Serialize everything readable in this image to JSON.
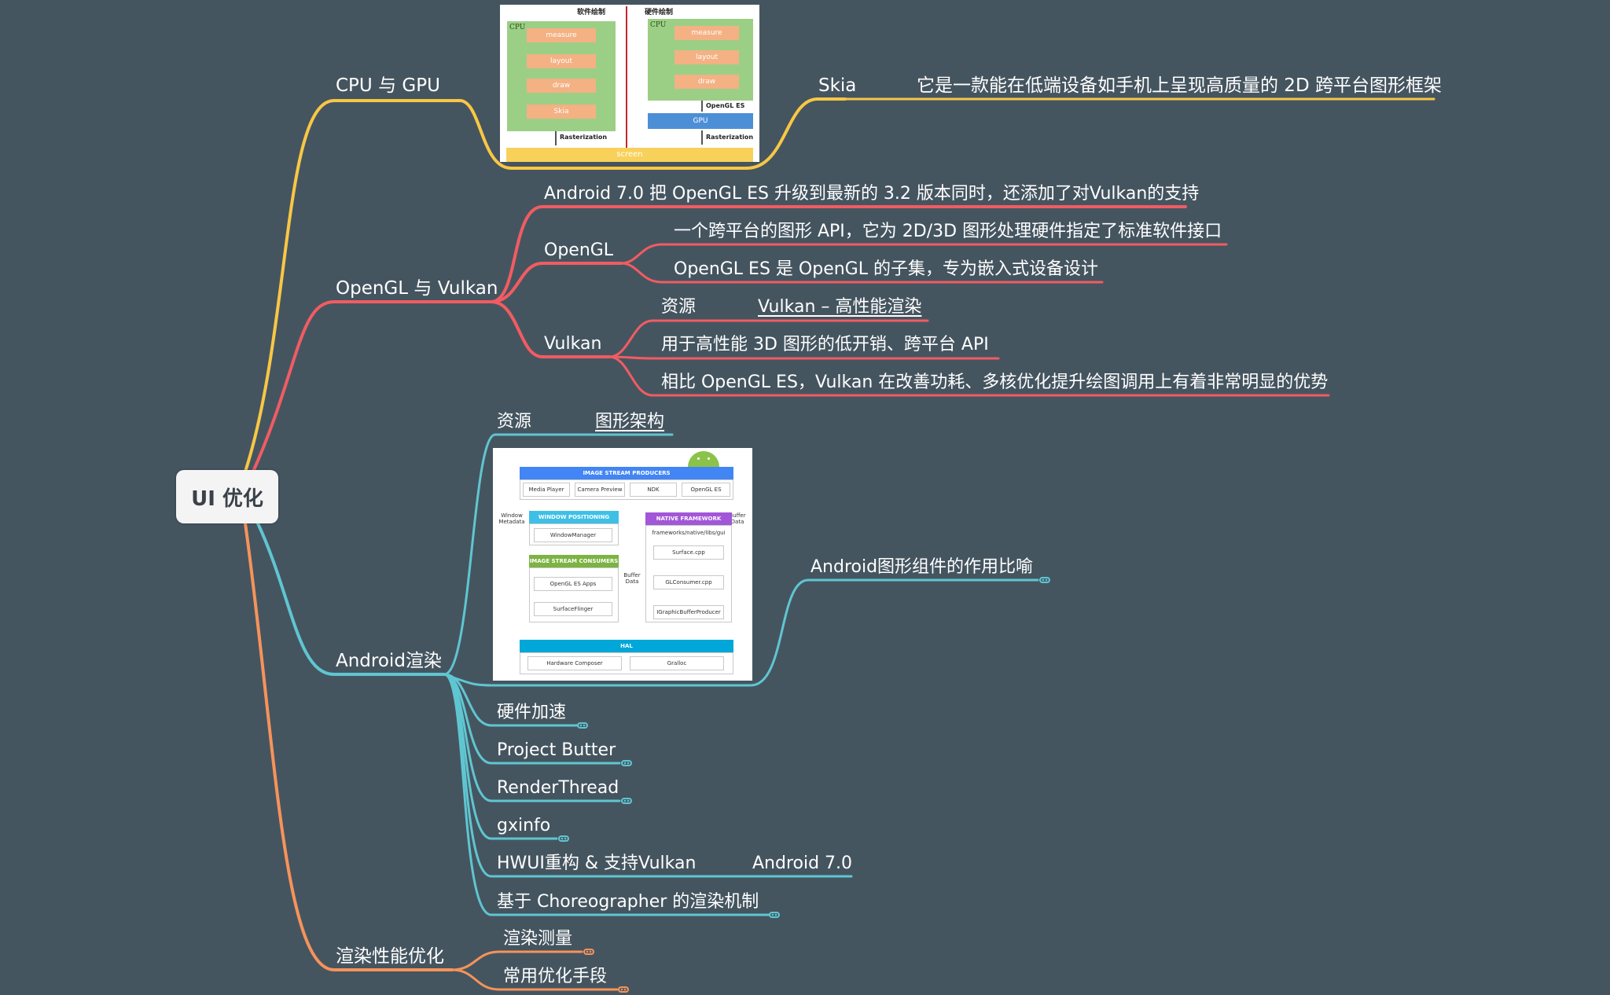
{
  "root": {
    "label": "UI 优化"
  },
  "colors": {
    "background": "#455560",
    "yellow": "#f8c744",
    "red": "#f15c62",
    "teal": "#5fc6d1",
    "orange": "#f6935a"
  },
  "branches": {
    "cpu_gpu": {
      "label": "CPU 与 GPU",
      "figure": {
        "software_caption": "软件绘制",
        "hardware_caption": "硬件绘制",
        "cpu_label": "CPU",
        "software_steps": [
          "measure",
          "layout",
          "draw",
          "Skia"
        ],
        "hardware_steps": [
          "measure",
          "layout",
          "draw"
        ],
        "opengl_es_label": "OpenGL ES",
        "gpu_label": "GPU",
        "rasterization_label": "Rasterization",
        "screen_label": "screen"
      },
      "skia": {
        "label": "Skia",
        "description": "它是一款能在低端设备如手机上呈现高质量的 2D 跨平台图形框架"
      }
    },
    "opengl_vulkan": {
      "label": "OpenGL 与 Vulkan",
      "android7": "Android 7.0 把 OpenGL ES 升级到最新的 3.2 版本同时，还添加了对Vulkan的支持",
      "opengl": {
        "label": "OpenGL",
        "items": [
          "一个跨平台的图形 API，它为 2D/3D 图形处理硬件指定了标准软件接口",
          "OpenGL ES 是 OpenGL 的子集，专为嵌入式设备设计"
        ]
      },
      "vulkan": {
        "label": "Vulkan",
        "resource_label": "资源",
        "resource_link": "Vulkan – 高性能渲染",
        "items": [
          "用于高性能 3D 图形的低开销、跨平台 API",
          "相比 OpenGL ES，Vulkan 在改善功耗、多核优化提升绘图调用上有着非常明显的优势"
        ]
      }
    },
    "android_render": {
      "label": "Android渲染",
      "resource_label": "资源",
      "resource_link": "图形架构",
      "figure": {
        "producers": "IMAGE STREAM PRODUCERS",
        "producer_items": [
          "Media Player",
          "Camera Preview",
          "NDK",
          "OpenGL ES"
        ],
        "window_positioning": "WINDOW POSITIONING",
        "window_manager": "WindowManager",
        "consumers": "IMAGE STREAM CONSUMERS",
        "consumer_items": [
          "OpenGL ES Apps",
          "SurfaceFlinger"
        ],
        "native_framework": "NATIVE FRAMEWORK",
        "native_path": "frameworks/native/libs/gui",
        "native_items": [
          "Surface.cpp",
          "GLConsumer.cpp",
          "IGraphicBufferProducer"
        ],
        "window_metadata": "Window Metadata",
        "buffer_data": "Buffer Data",
        "hal": "HAL",
        "hal_items": [
          "Hardware Composer",
          "Gralloc"
        ]
      },
      "metaphor": "Android图形组件的作用比喻",
      "children": [
        "硬件加速",
        "Project Butter",
        "RenderThread",
        "gxinfo",
        "HWUI重构 & 支持Vulkan",
        "基于 Choreographer 的渲染机制"
      ],
      "hwui_version": "Android 7.0"
    },
    "render_perf": {
      "label": "渲染性能优化",
      "children": [
        "渲染测量",
        "常用优化手段"
      ]
    }
  }
}
